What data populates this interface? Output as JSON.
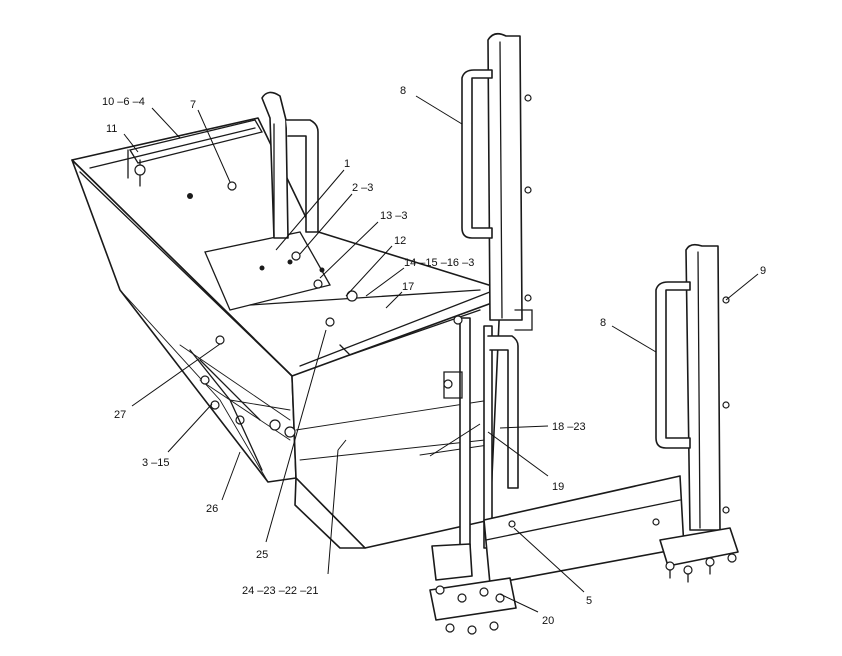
{
  "callouts": [
    {
      "id": "c1",
      "text": "10 –6 –4"
    },
    {
      "id": "c2",
      "text": "7"
    },
    {
      "id": "c3",
      "text": "11"
    },
    {
      "id": "c4",
      "text": "8"
    },
    {
      "id": "c5",
      "text": "1"
    },
    {
      "id": "c6",
      "text": "2 –3"
    },
    {
      "id": "c7",
      "text": "13 –3"
    },
    {
      "id": "c8",
      "text": "12"
    },
    {
      "id": "c9",
      "text": "14 –15 –16 –3"
    },
    {
      "id": "c10",
      "text": "17"
    },
    {
      "id": "c11",
      "text": "9"
    },
    {
      "id": "c12",
      "text": "8"
    },
    {
      "id": "c13",
      "text": "27"
    },
    {
      "id": "c14",
      "text": "18 –23"
    },
    {
      "id": "c15",
      "text": "3 –15"
    },
    {
      "id": "c16",
      "text": "19"
    },
    {
      "id": "c17",
      "text": "26"
    },
    {
      "id": "c18",
      "text": "5"
    },
    {
      "id": "c19",
      "text": "25"
    },
    {
      "id": "c20",
      "text": "24 –23 –22 –21"
    },
    {
      "id": "c21",
      "text": "20"
    }
  ]
}
